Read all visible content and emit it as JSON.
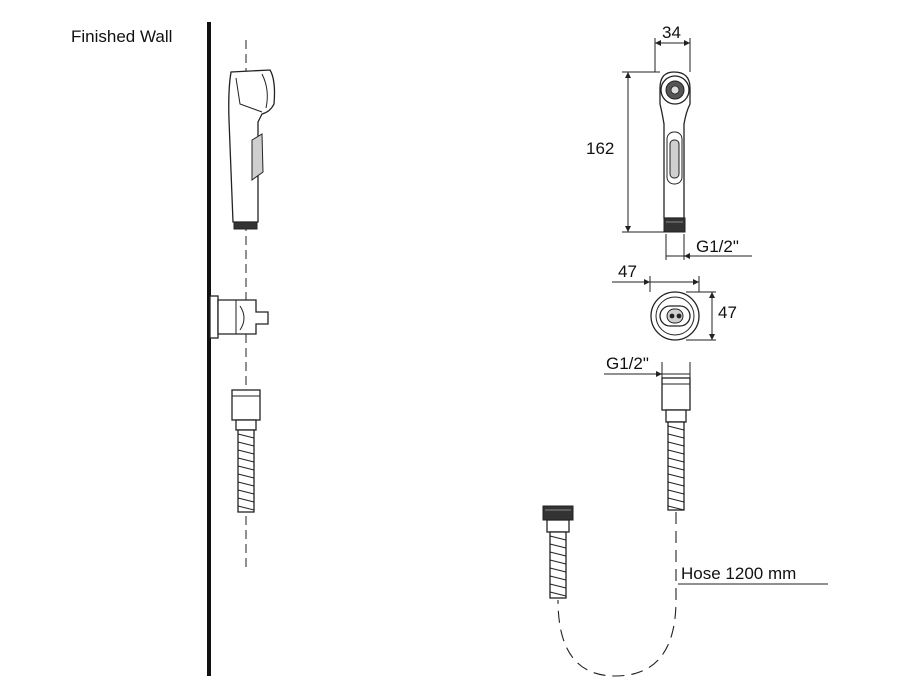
{
  "labels": {
    "finished_wall": "Finished Wall",
    "width_spray": "34",
    "height_spray": "162",
    "thread_spray": "G1/2\"",
    "width_holder": "47",
    "height_holder": "47",
    "thread_hose": "G1/2\"",
    "hose": "Hose 1200 mm"
  }
}
